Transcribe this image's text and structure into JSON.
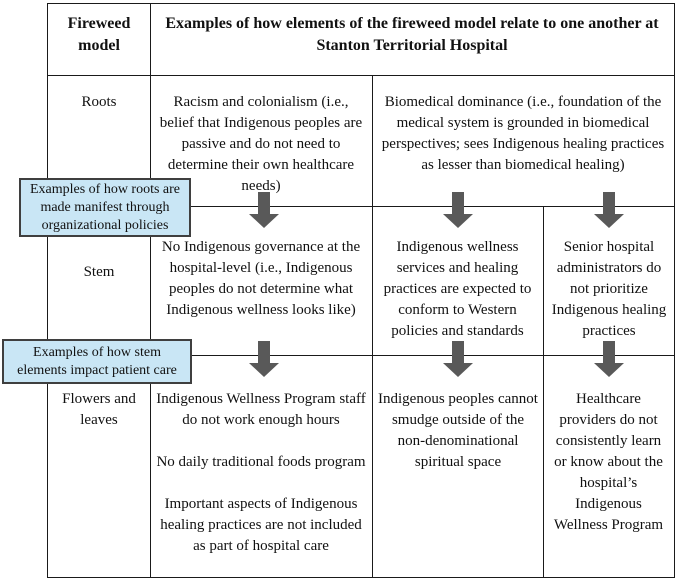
{
  "figure": {
    "header": {
      "model_col": "Fireweed model",
      "examples_col": "Examples of how elements of the fireweed model relate to one another at Stanton Territorial Hospital"
    },
    "rows": {
      "roots": {
        "label": "Roots",
        "racism_cell": "Racism and colonialism (i.e., belief that Indigenous peoples are passive and do not need to determine their own healthcare needs)",
        "biomedical_cell": "Biomedical dominance (i.e., foundation of the medical system is grounded in biomedical perspectives; sees Indigenous healing practices as lesser than biomedical healing)"
      },
      "stem": {
        "label": "Stem",
        "governance_cell": "No Indigenous governance at the hospital-level (i.e., Indigenous peoples do not determine what Indigenous wellness looks like)",
        "conform_cell": "Indigenous wellness services and healing practices are expected to conform to Western policies and standards",
        "administrators_cell": "Senior hospital administrators do not prioritize Indigenous healing practices"
      },
      "flowers": {
        "label": "Flowers and leaves",
        "program_paragraphs": [
          "Indigenous Wellness Program staff do not work enough hours",
          "No daily traditional foods program",
          "Important aspects of Indigenous healing practices are not included as part of hospital care"
        ],
        "smudge_cell": "Indigenous peoples cannot smudge outside of the non-denominational spiritual space",
        "providers_cell": "Healthcare providers do not consistently learn or know about the hospital’s Indigenous Wellness Program"
      }
    },
    "callouts": {
      "roots_to_stem": "Examples of how roots are made manifest through organizational policies",
      "stem_to_flowers": "Examples of how stem elements impact patient care"
    }
  },
  "colors": {
    "background": "#ffffff",
    "text": "#111111",
    "table_border": "#1a1a1a",
    "callout_fill": "#c9e6f5",
    "callout_border": "#3f3f3f",
    "arrow": "#595959"
  }
}
